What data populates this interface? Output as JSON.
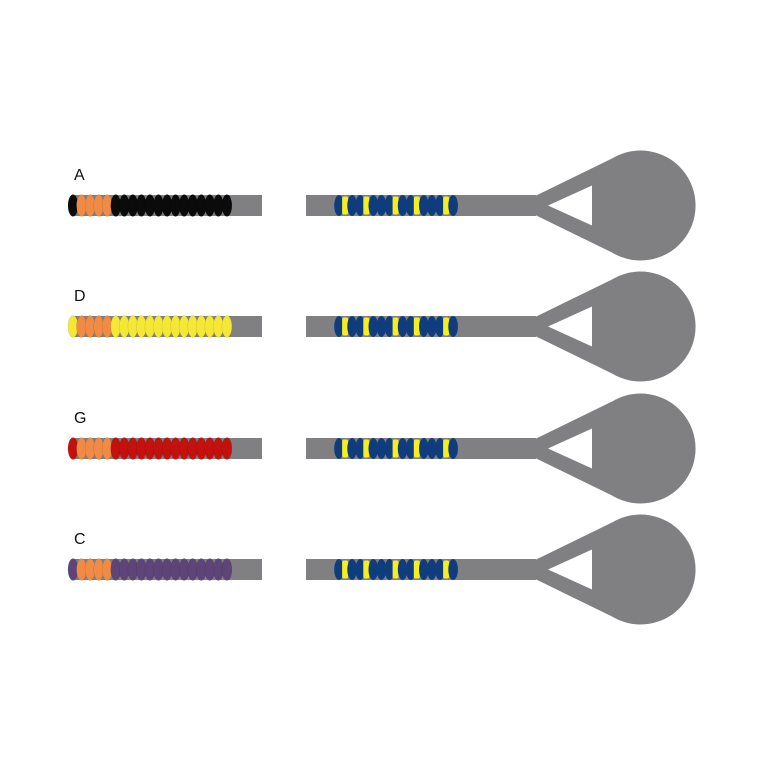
{
  "colors": {
    "rod": "#808083",
    "spacer_blue": "#0e3c7c",
    "marker_yellow": "#f5ee22",
    "fill_orange": "#ef8b45",
    "background": "#ffffff"
  },
  "rows": [
    {
      "label": "A",
      "color_name": "black",
      "cap_color": "#0b0b0b"
    },
    {
      "label": "D",
      "color_name": "yellow",
      "cap_color": "#f5e736"
    },
    {
      "label": "G",
      "color_name": "red",
      "cap_color": "#c3120e"
    },
    {
      "label": "C",
      "color_name": "purple",
      "cap_color": "#5e4479"
    }
  ],
  "left_assembly": {
    "lead_beads": 1,
    "orange_beads": 4,
    "tail_beads": 14
  },
  "right_assembly": {
    "pattern": [
      "blue",
      "yellow",
      "blue",
      "blue",
      "yellow",
      "blue",
      "blue",
      "blue",
      "yellow",
      "blue",
      "blue",
      "yellow",
      "blue",
      "blue",
      "blue",
      "yellow",
      "blue"
    ]
  },
  "icons": {
    "probe_head": "teardrop-loop-icon"
  }
}
